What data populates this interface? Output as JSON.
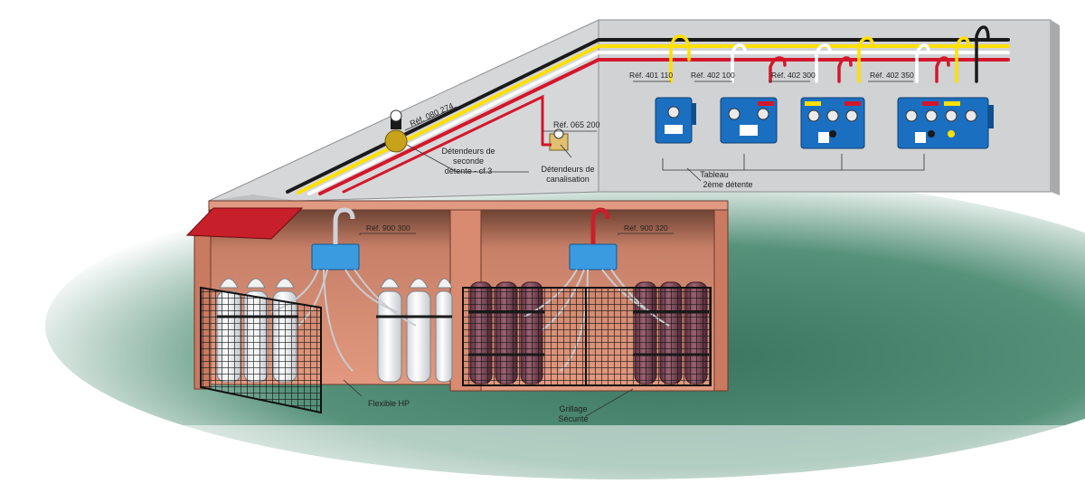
{
  "colors": {
    "floor": "#3e7f66",
    "wall": "#d1d2d4",
    "cabinet": "#d98b72",
    "roof": "#c8202a",
    "pipe_black": "#1a1a1a",
    "pipe_yellow": "#ffe000",
    "pipe_white": "#ffffff",
    "pipe_red": "#d3172b",
    "panel_blue": "#1b6fc0",
    "bottle_white": "#ffffff",
    "bottle_purple": "#7a4555"
  },
  "icons": [
    "regulator-icon",
    "gas-bottle-icon",
    "manifold-icon",
    "safety-grid-icon",
    "panel-icon"
  ],
  "labels": {
    "ref_080_274": "Réf. 080 274",
    "detendeurs_seconde_1": "Détendeurs de",
    "detendeurs_seconde_2": "seconde",
    "detendeurs_seconde_3": "détente - cf.3",
    "ref_065_200": "Réf. 065 200",
    "detendeurs_canalisation_1": "Détendeurs de",
    "detendeurs_canalisation_2": "canalisation",
    "ref_401_110": "Réf. 401 110",
    "ref_402_100": "Réf. 402 100",
    "ref_402_300": "Réf. 402 300",
    "ref_402_350": "Réf. 402 350",
    "tableau_1": "Tableau",
    "tableau_2": "2ème détente",
    "ref_900_300": "Réf. 900 300",
    "ref_900_320": "Réf. 900 320",
    "flexible_hp": "Flexible HP",
    "grillage_1": "Grillage",
    "grillage_2": "Sécurité"
  }
}
